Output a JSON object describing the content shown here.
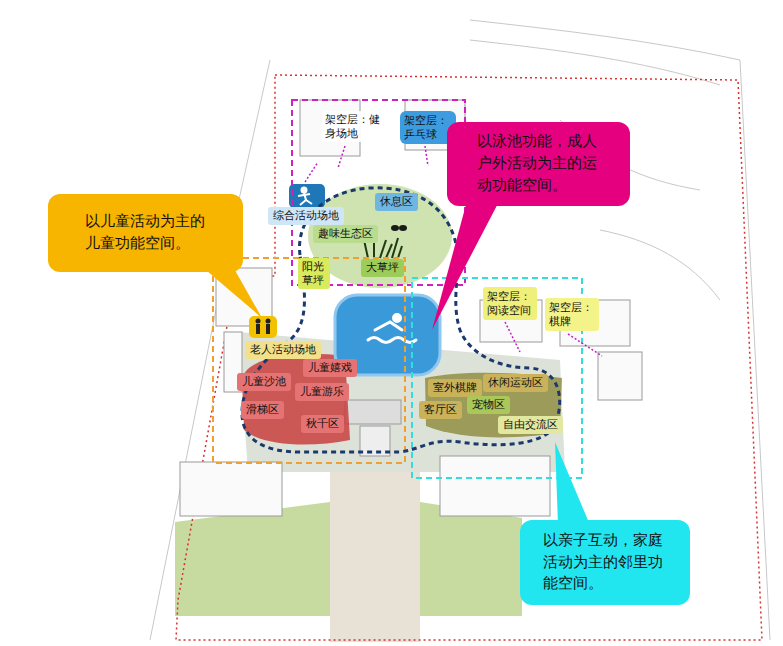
{
  "diagram": {
    "nodes": [
      {
        "text": [
          "架空层：健身场地"
        ]
      },
      {
        "text": [
          "架空层：乒乓球"
        ]
      },
      {
        "text": [
          "以泳池功能，成人户外活动为主的运动功能空间。"
        ]
      },
      {
        "text": [
          "综合活动场地"
        ]
      },
      {
        "text": [
          "休息区"
        ]
      },
      {
        "text": [
          "以儿童活动为主的儿童功能空间。"
        ]
      },
      {
        "text": [
          "趣味生态区"
        ]
      },
      {
        "text": [
          "大草坪"
        ]
      },
      {
        "text": [
          "阳光草坪"
        ]
      },
      {
        "text": [
          "架空层：阅读空间"
        ]
      },
      {
        "text": [
          "架空层：棋牌"
        ]
      },
      {
        "text": [
          "老人活动场地"
        ]
      },
      {
        "text": [
          "儿童嬉戏"
        ]
      },
      {
        "text": [
          "儿童沙池"
        ]
      },
      {
        "text": [
          "儿童游乐"
        ]
      },
      {
        "text": [
          "室外棋牌"
        ]
      },
      {
        "text": [
          "休闲运动区"
        ]
      },
      {
        "text": [
          "宠物区"
        ]
      },
      {
        "text": [
          "客厅区"
        ]
      },
      {
        "text": [
          "滑梯区"
        ]
      },
      {
        "text": [
          "秋千区"
        ]
      },
      {
        "text": [
          "自由交流区"
        ]
      },
      {
        "text": [
          "以亲子互动，家庭活动为主的邻里功能空间。"
        ]
      }
    ]
  }
}
